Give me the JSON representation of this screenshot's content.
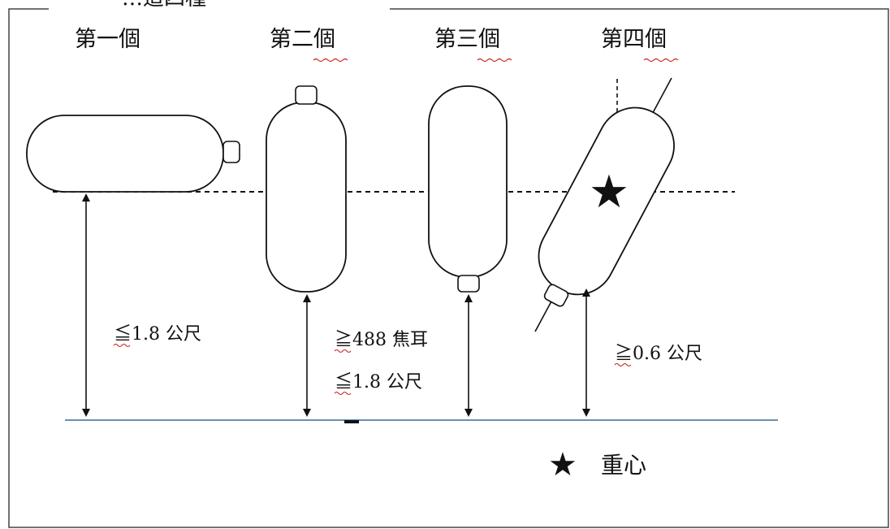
{
  "header": {
    "partial_title": "…這四種"
  },
  "cylinders": [
    {
      "title": "第一個"
    },
    {
      "title": "第二個"
    },
    {
      "title": "第三個"
    },
    {
      "title": "第四個"
    }
  ],
  "measurements": {
    "first_height": "≦1.8 公尺",
    "second_energy": "≧488 焦耳",
    "second_height": "≦1.8 公尺",
    "fourth_height": "≧0.6 公尺"
  },
  "legend": {
    "symbol": "★",
    "label": "重心"
  },
  "colors": {
    "ground_line": "#6a8fb3",
    "ink": "#111111",
    "spellcheck": "#cc2222"
  }
}
